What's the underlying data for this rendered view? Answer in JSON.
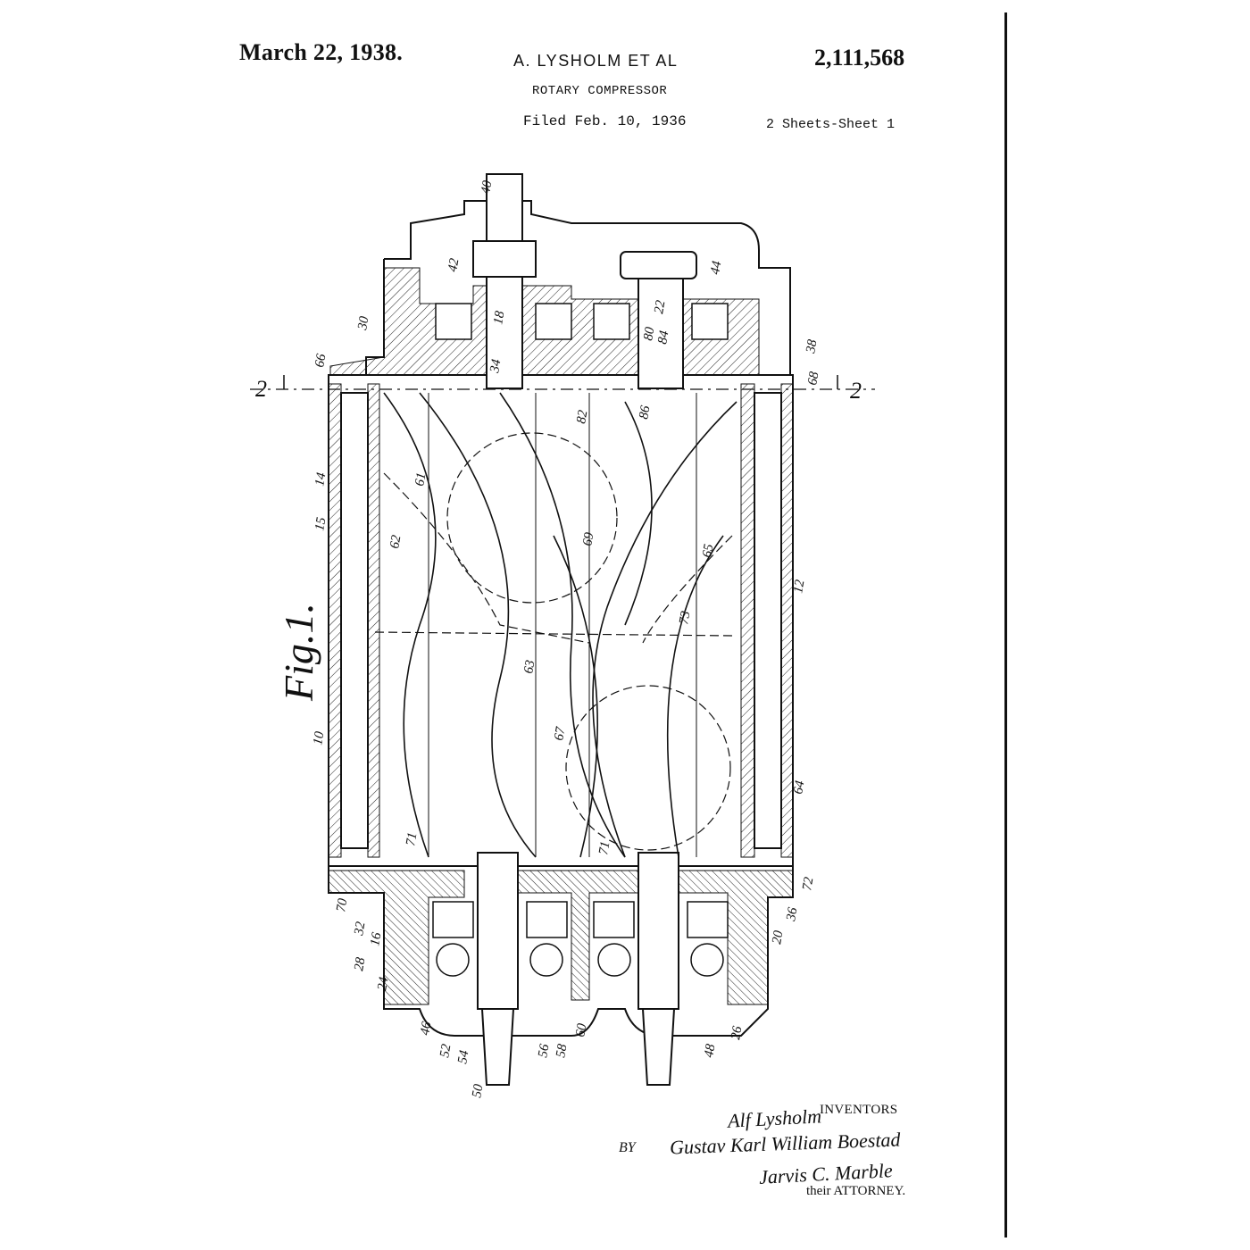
{
  "header": {
    "date": "March 22, 1938.",
    "inventor": "A. LYSHOLM ET AL",
    "patent_number": "2,111,568",
    "title": "ROTARY COMPRESSOR",
    "filed": "Filed Feb. 10, 1936",
    "sheets": "2 Sheets-Sheet 1"
  },
  "figure": {
    "label": "Fig.1.",
    "section_marks": [
      "2",
      "2"
    ],
    "refs": [
      "40",
      "42",
      "44",
      "30",
      "18",
      "22",
      "80",
      "84",
      "34",
      "38",
      "66",
      "68",
      "82",
      "86",
      "14",
      "15",
      "61",
      "62",
      "69",
      "65",
      "12",
      "63",
      "73",
      "10",
      "67",
      "64",
      "71",
      "71",
      "70",
      "72",
      "32",
      "16",
      "28",
      "24",
      "36",
      "20",
      "46",
      "52",
      "54",
      "56",
      "58",
      "60",
      "48",
      "26",
      "50"
    ]
  },
  "footer": {
    "inventors_label": "INVENTORS",
    "by": "BY",
    "attorney_label": "their ATTORNEY.",
    "signatures": [
      "Alf Lysholm",
      "Gustav Karl William Boestad",
      "Jarvis C. Marble"
    ]
  }
}
